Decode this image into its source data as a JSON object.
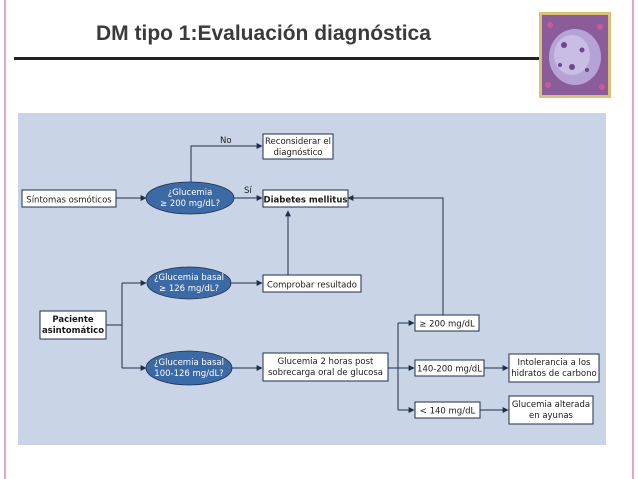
{
  "slide": {
    "title": "DM tipo 1:Evaluación diagnóstica"
  },
  "colors": {
    "panel_bg": "#c9d5e7",
    "ellipse_fill": "#3b6aa6",
    "box_fill": "#ffffff",
    "line": "#1f2f4a",
    "accent_pink": "#e8a3c8",
    "thumb_frame": "#d9c17a"
  },
  "diagram": {
    "boxes": {
      "sintomas": "Síntomas osmóticos",
      "reconsiderar_1": "Reconsiderar el",
      "reconsiderar_2": "diagnóstico",
      "diabetes": "Diabetes mellitus",
      "comprobar": "Comprobar resultado",
      "paciente_1": "Paciente",
      "paciente_2": "asintomático",
      "glucemia2h_1": "Glucemia 2 horas post",
      "glucemia2h_2": "sobrecarga oral de glucosa",
      "r200": "≥ 200 mg/dL",
      "r140": "140-200 mg/dL",
      "r140lt": "< 140 mg/dL",
      "intolerancia_1": "Intolerancia a los",
      "intolerancia_2": "hidratos de carbono",
      "alterada_1": "Glucemia alterada",
      "alterada_2": "en ayunas"
    },
    "ellipses": {
      "e1_line1": "¿Glucemia",
      "e1_line2": "≥ 200 mg/dL?",
      "e2_line1": "¿Glucemia basal",
      "e2_line2": "≥ 126 mg/dL?",
      "e3_line1": "¿Glucemia basal",
      "e3_line2": "100-126 mg/dL?"
    },
    "labels": {
      "no": "No",
      "si": "Sí"
    }
  }
}
